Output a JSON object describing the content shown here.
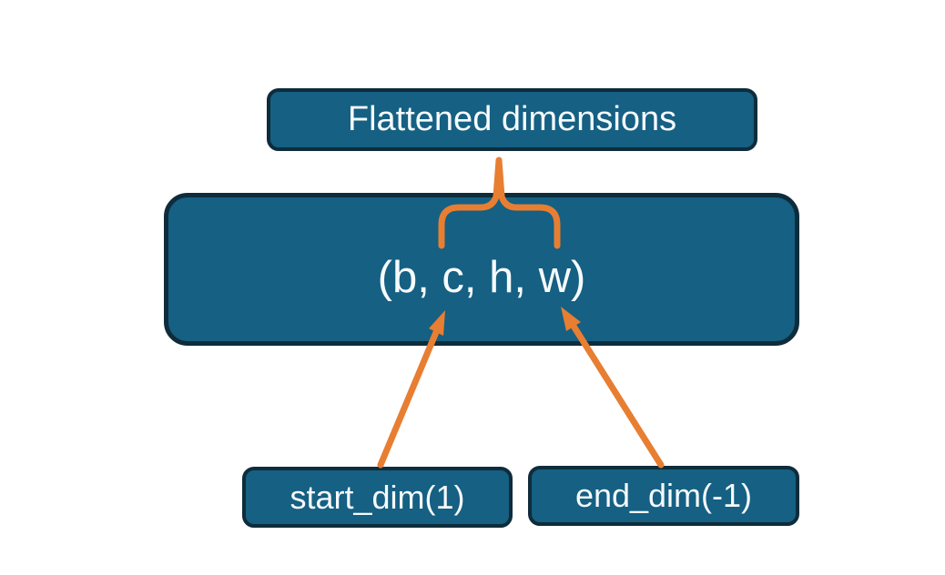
{
  "diagram": {
    "top_label": "Flattened dimensions",
    "tensor_shape": "(b, c, h, w)",
    "start_dim_label": "start_dim(1)",
    "end_dim_label": "end_dim(-1)",
    "colors": {
      "background": "#FFFFFF",
      "box_fill": "#156083",
      "box_border": "#0E2C3B",
      "connector_orange": "#E87E31",
      "text": "#F6FAFC"
    },
    "connectors": [
      {
        "name": "flatten-brace",
        "type": "curly-brace",
        "from": "tensor-shape-box (c, h span)",
        "to": "flattened-dimensions-box"
      },
      {
        "name": "start-dim-arrow",
        "type": "arrow",
        "from": "start_dim(1)",
        "to": "dimension c"
      },
      {
        "name": "end-dim-arrow",
        "type": "arrow",
        "from": "end_dim(-1)",
        "to": "dimension w"
      }
    ]
  }
}
